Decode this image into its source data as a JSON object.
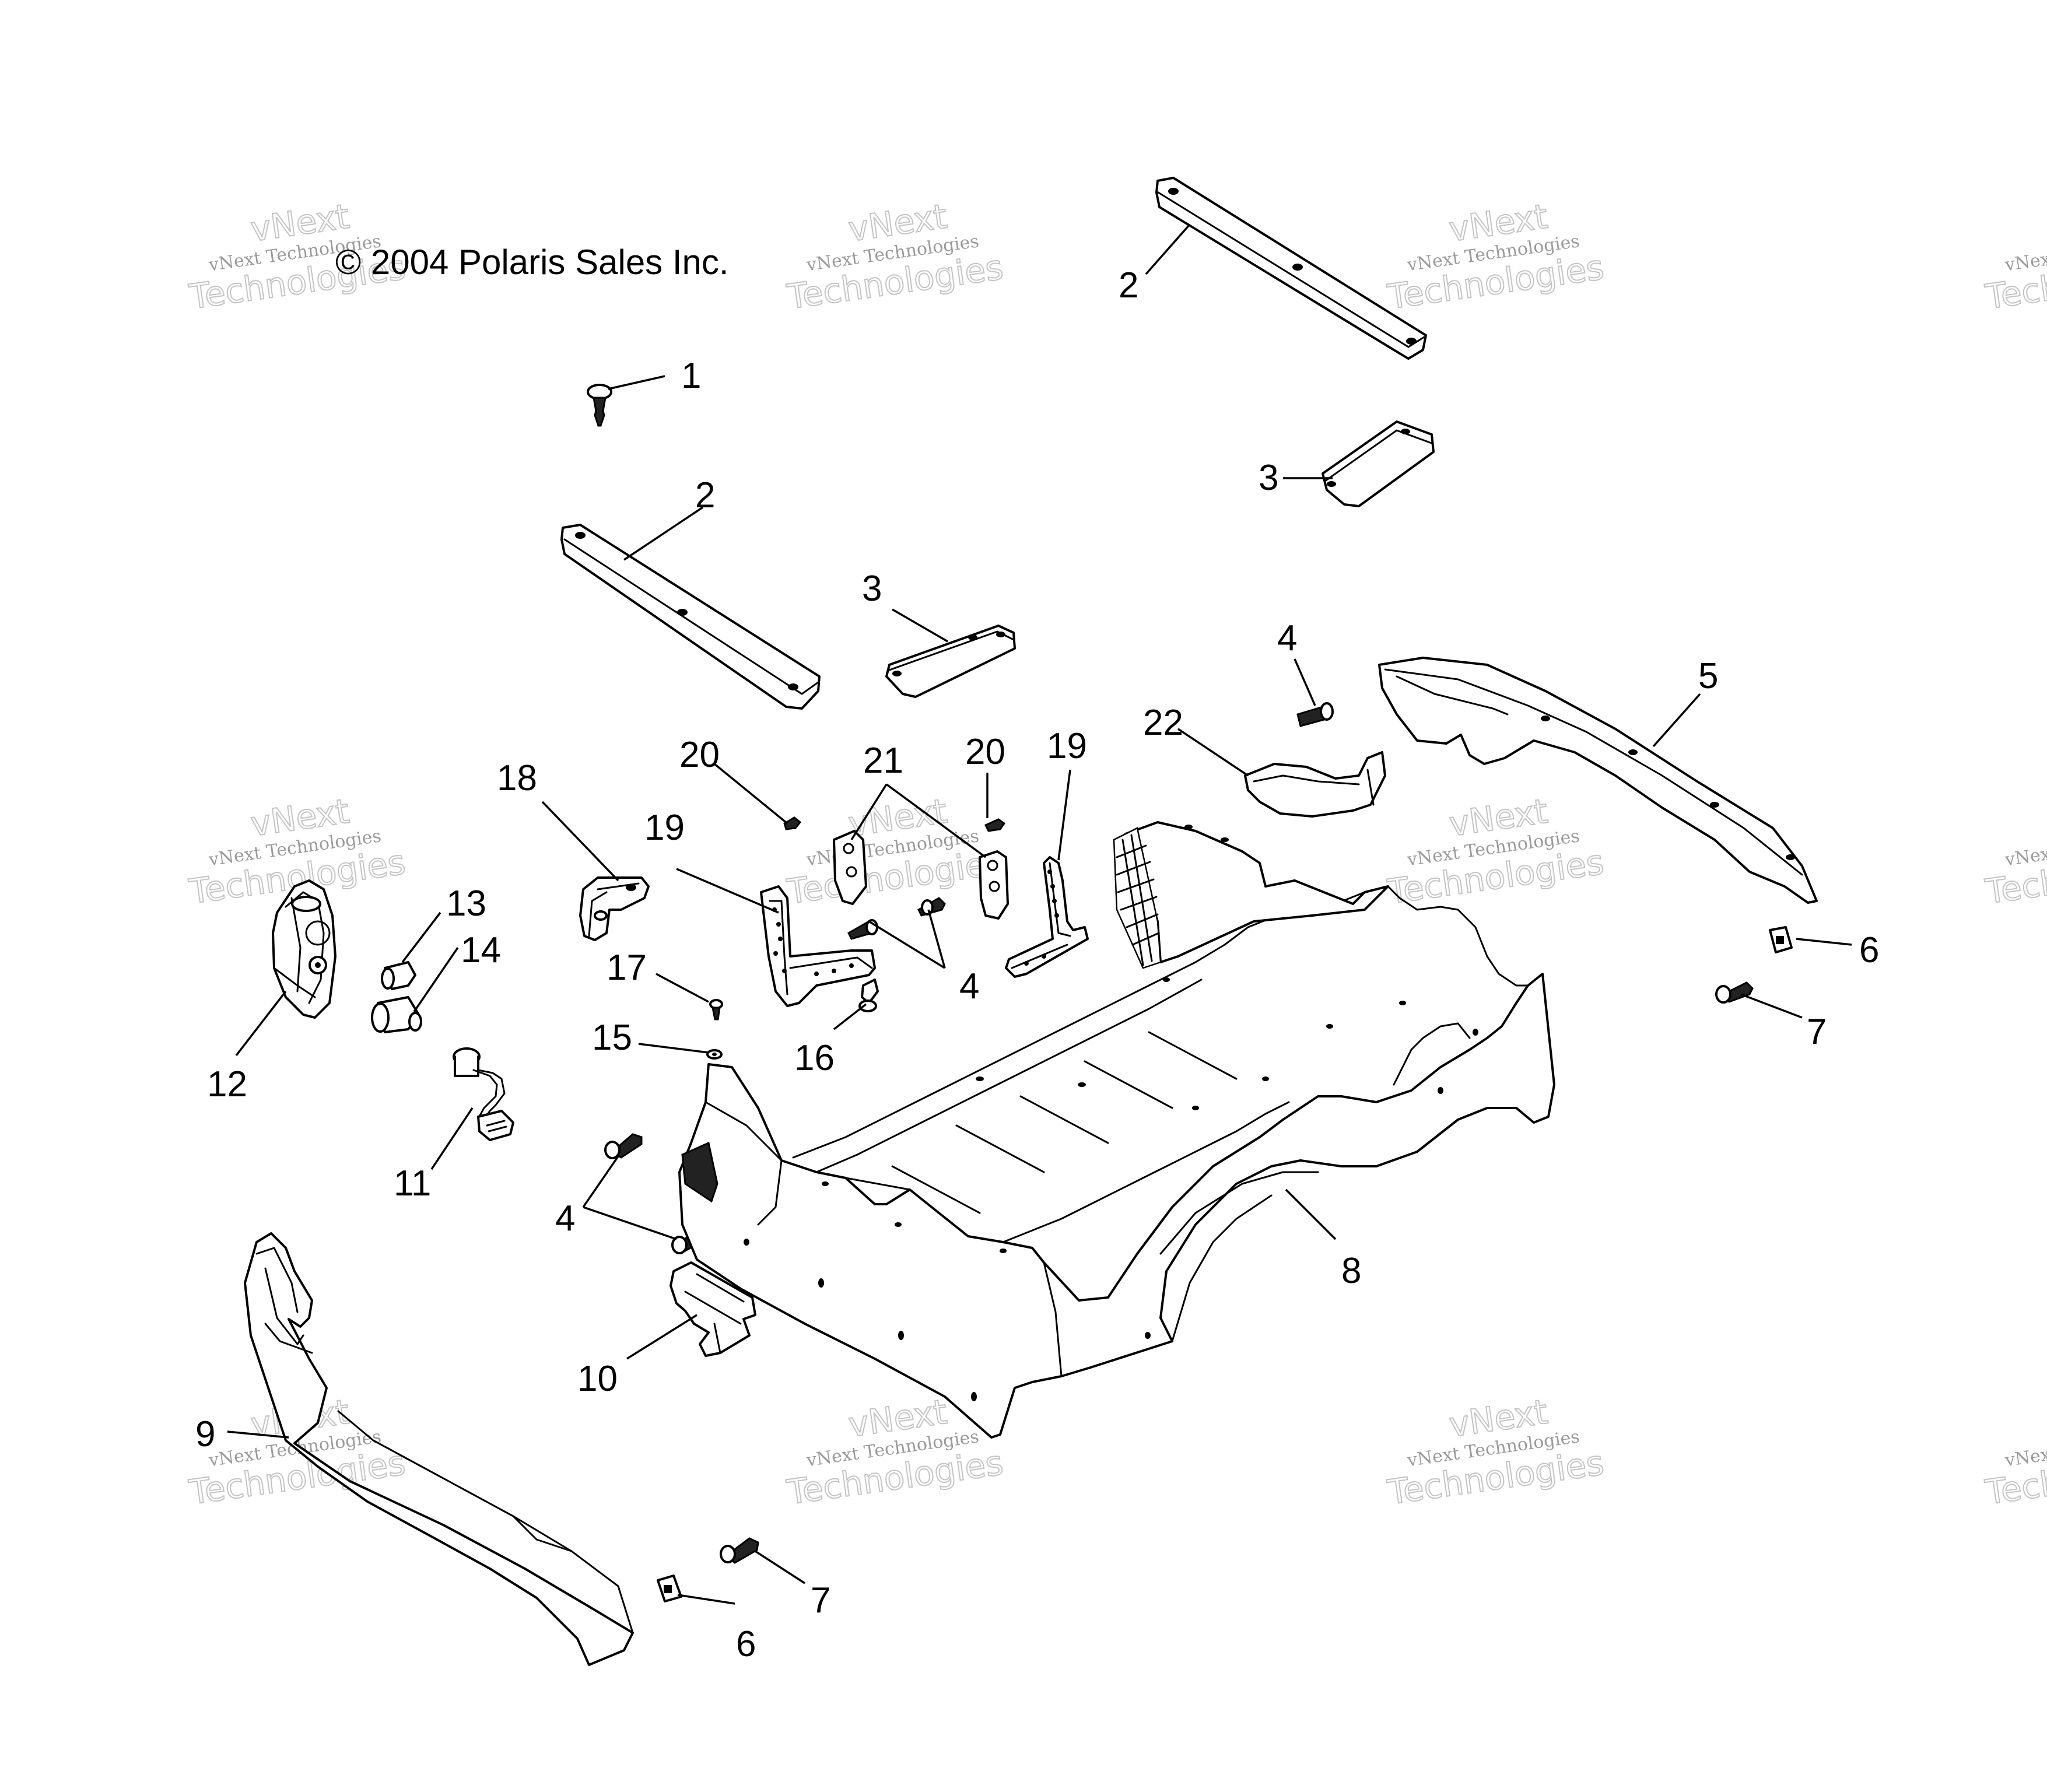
{
  "copyright": "© 2004 Polaris Sales Inc.",
  "watermark": {
    "line1": "vNext",
    "line2": "vNext Technologies",
    "line3": "Technologies"
  },
  "callouts": {
    "c1": "1",
    "c2a": "2",
    "c2b": "2",
    "c3a": "3",
    "c3b": "3",
    "c4a": "4",
    "c4b": "4",
    "c4c": "4",
    "c5": "5",
    "c6a": "6",
    "c6b": "6",
    "c7a": "7",
    "c7b": "7",
    "c8": "8",
    "c9": "9",
    "c10": "10",
    "c11": "11",
    "c12": "12",
    "c13": "13",
    "c14": "14",
    "c15": "15",
    "c16": "16",
    "c17": "17",
    "c18": "18",
    "c19a": "19",
    "c19b": "19",
    "c20a": "20",
    "c20b": "20",
    "c21": "21",
    "c22": "22"
  }
}
